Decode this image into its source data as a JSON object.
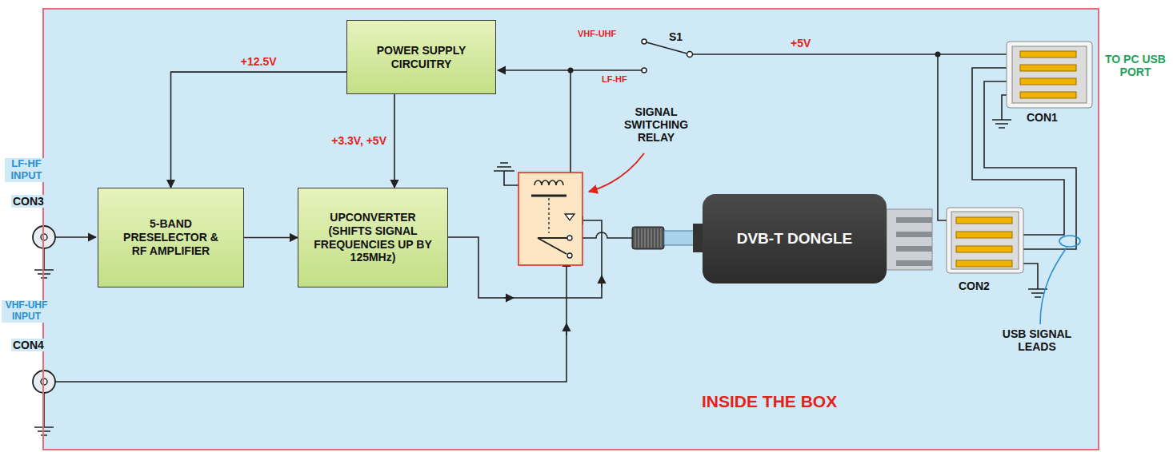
{
  "diagram": {
    "nodes": [
      {
        "text": [
          "INSIDE THE BOX"
        ]
      },
      {
        "text": [
          "POWER SUPPLY CIRCUITRY"
        ],
        "in": 0
      },
      {
        "text": [
          "5-BAND PRESELECTOR & RF AMPLIFIER"
        ],
        "in": 0
      },
      {
        "text": [
          "UPCONVERTER (SHIFTS SIGNAL FREQUENCIES UP BY 125MHz)"
        ],
        "in": 0
      },
      {
        "text": [
          "DVB-T DONGLE"
        ],
        "in": 0
      }
    ],
    "edges": [
      {
        "from": 1,
        "to": 2,
        "arrow": "to",
        "label": "+12.5V"
      },
      {
        "from": 1,
        "to": 3,
        "arrow": "to",
        "label": "+3.3V, +5V"
      },
      {
        "from": 2,
        "to": 3,
        "arrow": "to"
      }
    ],
    "labels": [
      "VHF-UHF",
      "S1",
      "LF-HF",
      "+5V",
      "TO PC USB PORT",
      "SIGNAL SWITCHING RELAY",
      "CON1",
      "LF-HF INPUT",
      "CON3",
      "VHF-UHF INPUT",
      "CON4",
      "CON2",
      "USB SIGNAL LEADS"
    ]
  }
}
